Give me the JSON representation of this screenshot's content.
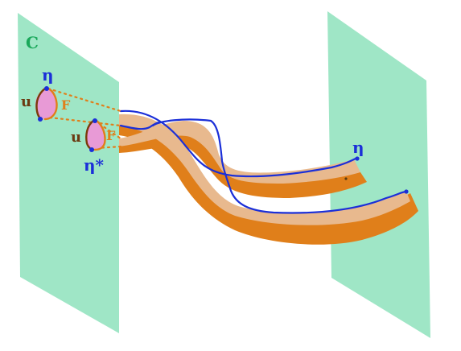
{
  "colors": {
    "plane": "#9fe6c6",
    "ribbon_light": "#e8b98e",
    "ribbon_dark": "#e07f1a",
    "edge_blue": "#1b2fd8",
    "disk_pink": "#e89ad6",
    "disk_outline": "#7a3b0a",
    "label_green": "#1aa85a",
    "label_brown": "#6b3a12",
    "label_orange": "#e07f1a"
  },
  "labels": {
    "plane_left": "C",
    "eta_top": "η",
    "u_top": "u",
    "f_top": "F",
    "u_bottom": "u",
    "f_bottom": "F",
    "eta_star": "η*",
    "eta_right": "η"
  }
}
